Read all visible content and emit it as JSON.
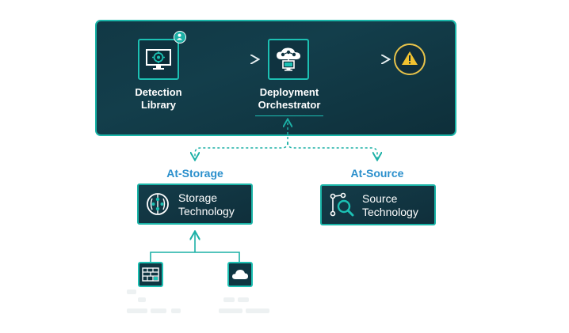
{
  "top_panel": {
    "detection_library": {
      "line1": "Detection",
      "line2": "Library"
    },
    "deployment_orchestrator": {
      "line1": "Deployment",
      "line2": "Orchestrator"
    }
  },
  "branches": {
    "at_storage": {
      "title": "At-Storage",
      "tech_line1": "Storage",
      "tech_line2": "Technology"
    },
    "at_source": {
      "title": "At-Source",
      "tech_line1": "Source",
      "tech_line2": "Technology"
    }
  },
  "colors": {
    "accent": "#1ab5a8",
    "panel": "#113845",
    "title_blue": "#2a8fcc",
    "warning": "#e8c34a"
  },
  "icons": {
    "detection_library": "monitor-target-icon",
    "user_badge": "user-badge-icon",
    "orchestrator": "cloud-network-icon",
    "warning": "warning-icon",
    "storage": "brain-network-icon",
    "source": "magnifier-circuit-icon",
    "firewall": "firewall-icon",
    "cloud": "cloud-icon"
  }
}
